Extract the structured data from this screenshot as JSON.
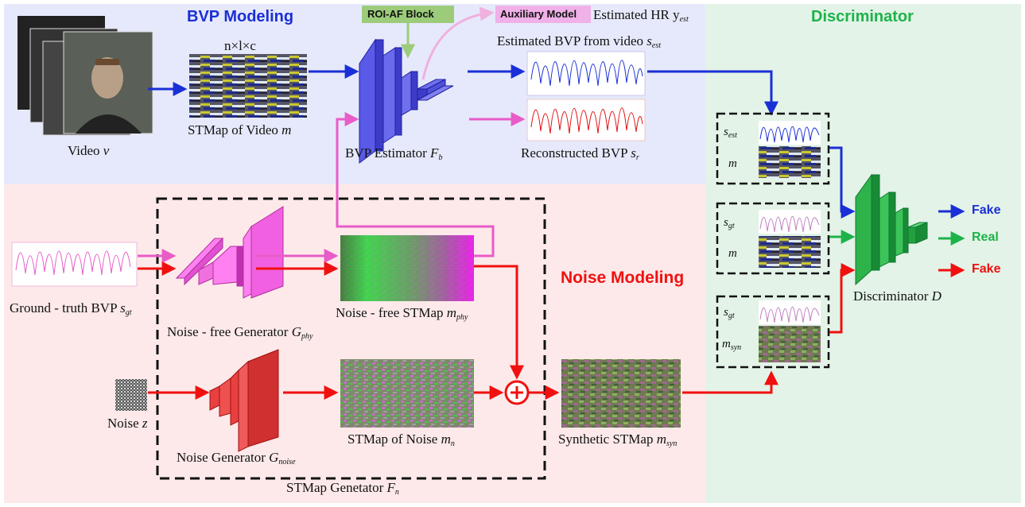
{
  "sections": {
    "bvp_title": "BVP Modeling",
    "noise_title": "Noise Modeling",
    "disc_title": "Discriminator"
  },
  "labels": {
    "video": "Video",
    "video_var": "v",
    "nlc": "n×l×c",
    "stmap_video": "STMap of Video",
    "stmap_video_var": "m",
    "roi_af": "ROI-AF Block",
    "aux_model": "Auxiliary Model",
    "est_hr": "Estimated HR y",
    "est_hr_sub": "est",
    "est_bvp": "Estimated BVP from video",
    "est_bvp_var": "s",
    "est_bvp_sub": "est",
    "bvp_estimator": "BVP Estimator",
    "bvp_estimator_var": "F",
    "bvp_estimator_sub": "b",
    "recon_bvp": "Reconstructed BVP",
    "recon_bvp_var": "s",
    "recon_bvp_sub": "r",
    "gt_bvp": "Ground - truth BVP",
    "gt_bvp_var": "s",
    "gt_bvp_sub": "gt",
    "noise_free_gen": "Noise - free Generator",
    "noise_free_gen_var": "G",
    "noise_free_gen_sub": "phy",
    "noise_free_stmap": "Noise - free STMap",
    "noise_free_stmap_var": "m",
    "noise_free_stmap_sub": "phy",
    "noise": "Noise",
    "noise_var": "z",
    "noise_gen": "Noise Generator",
    "noise_gen_var": "G",
    "noise_gen_sub": "noise",
    "stmap_noise": "STMap of Noise",
    "stmap_noise_var": "m",
    "stmap_noise_sub": "n",
    "synthetic_stmap": "Synthetic STMap",
    "synthetic_stmap_var": "m",
    "synthetic_stmap_sub": "syn",
    "stmap_generator": "STMap Genetator",
    "stmap_generator_var": "F",
    "stmap_generator_sub": "n",
    "discriminator": "Discriminator",
    "discriminator_var": "D"
  },
  "pairs": [
    {
      "top_var": "s",
      "top_sub": "est",
      "bottom_var": "m",
      "bottom_sub": ""
    },
    {
      "top_var": "s",
      "top_sub": "gt",
      "bottom_var": "m",
      "bottom_sub": ""
    },
    {
      "top_var": "s",
      "top_sub": "gt",
      "bottom_var": "m",
      "bottom_sub": "syn"
    }
  ],
  "outputs": [
    {
      "label": "Fake",
      "color": "#1a2fd6"
    },
    {
      "label": "Real",
      "color": "#1db34a"
    },
    {
      "label": "Fake",
      "color": "#f01010"
    }
  ],
  "colors": {
    "bvp_bg": "#e6e9fb",
    "noise_bg": "#fde9e9",
    "disc_bg": "#e3f3e7",
    "blue": "#1a2fd6",
    "red": "#f01010",
    "pink": "#e85cc8",
    "green": "#1db34a"
  }
}
